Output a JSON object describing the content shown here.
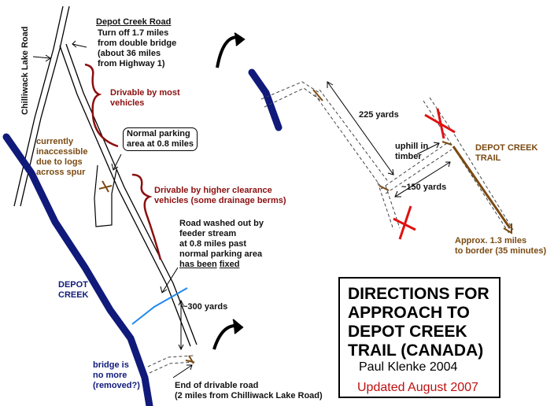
{
  "title": {
    "line1": "DIRECTIONS FOR",
    "line2": "APPROACH TO",
    "line3": "DEPOT CREEK",
    "line4": "TRAIL (CANADA)"
  },
  "author": "Paul Klenke 2004",
  "updated": "Updated August 2007",
  "roads": {
    "chilliwack": "Chilliwack Lake Road",
    "depot_road_title": "Depot Creek Road",
    "turn_off_1": "Turn off 1.7 miles",
    "turn_off_2": "from double bridge",
    "turn_off_3": "(about 36 miles",
    "turn_off_4": "from Highway 1)"
  },
  "notes": {
    "drivable_most_1": "Drivable by most",
    "drivable_most_2": "vehicles",
    "normal_parking_1": "Normal parking",
    "normal_parking_2": "area at 0.8 miles",
    "inaccessible_1": "currently",
    "inaccessible_2": "inaccessible",
    "inaccessible_3": "due to logs",
    "inaccessible_4": "across spur",
    "higher_clearance_1": "Drivable by higher clearance",
    "higher_clearance_2": "vehicles (some drainage berms)",
    "washed_1": "Road washed out by",
    "washed_2": "feeder stream",
    "washed_3": "at 0.8 miles past",
    "washed_4": "normal parking area",
    "washed_5a": "has been",
    "washed_5b": "fixed",
    "creek_1": "DEPOT",
    "creek_2": "CREEK",
    "yards_300": "~300 yards",
    "bridge_1": "bridge is",
    "bridge_2": "no more",
    "bridge_3": "(removed?)",
    "end_1": "End of drivable road",
    "end_2": "(2 miles from Chilliwack Lake Road)"
  },
  "detail": {
    "yards_225": "225 yards",
    "uphill_1": "uphill in",
    "uphill_2": "timber",
    "yards_150": "~150 yards",
    "trail_1": "DEPOT CREEK",
    "trail_2": "TRAIL",
    "border_1": "Approx. 1.3 miles",
    "border_2": "to border (35 minutes)"
  },
  "colors": {
    "creek": "#101a7a",
    "feeder_stream": "#2288ee",
    "annotation_maroon": "#8b1010",
    "annotation_brown": "#7a4a12",
    "closed_marker": "#e01010"
  }
}
